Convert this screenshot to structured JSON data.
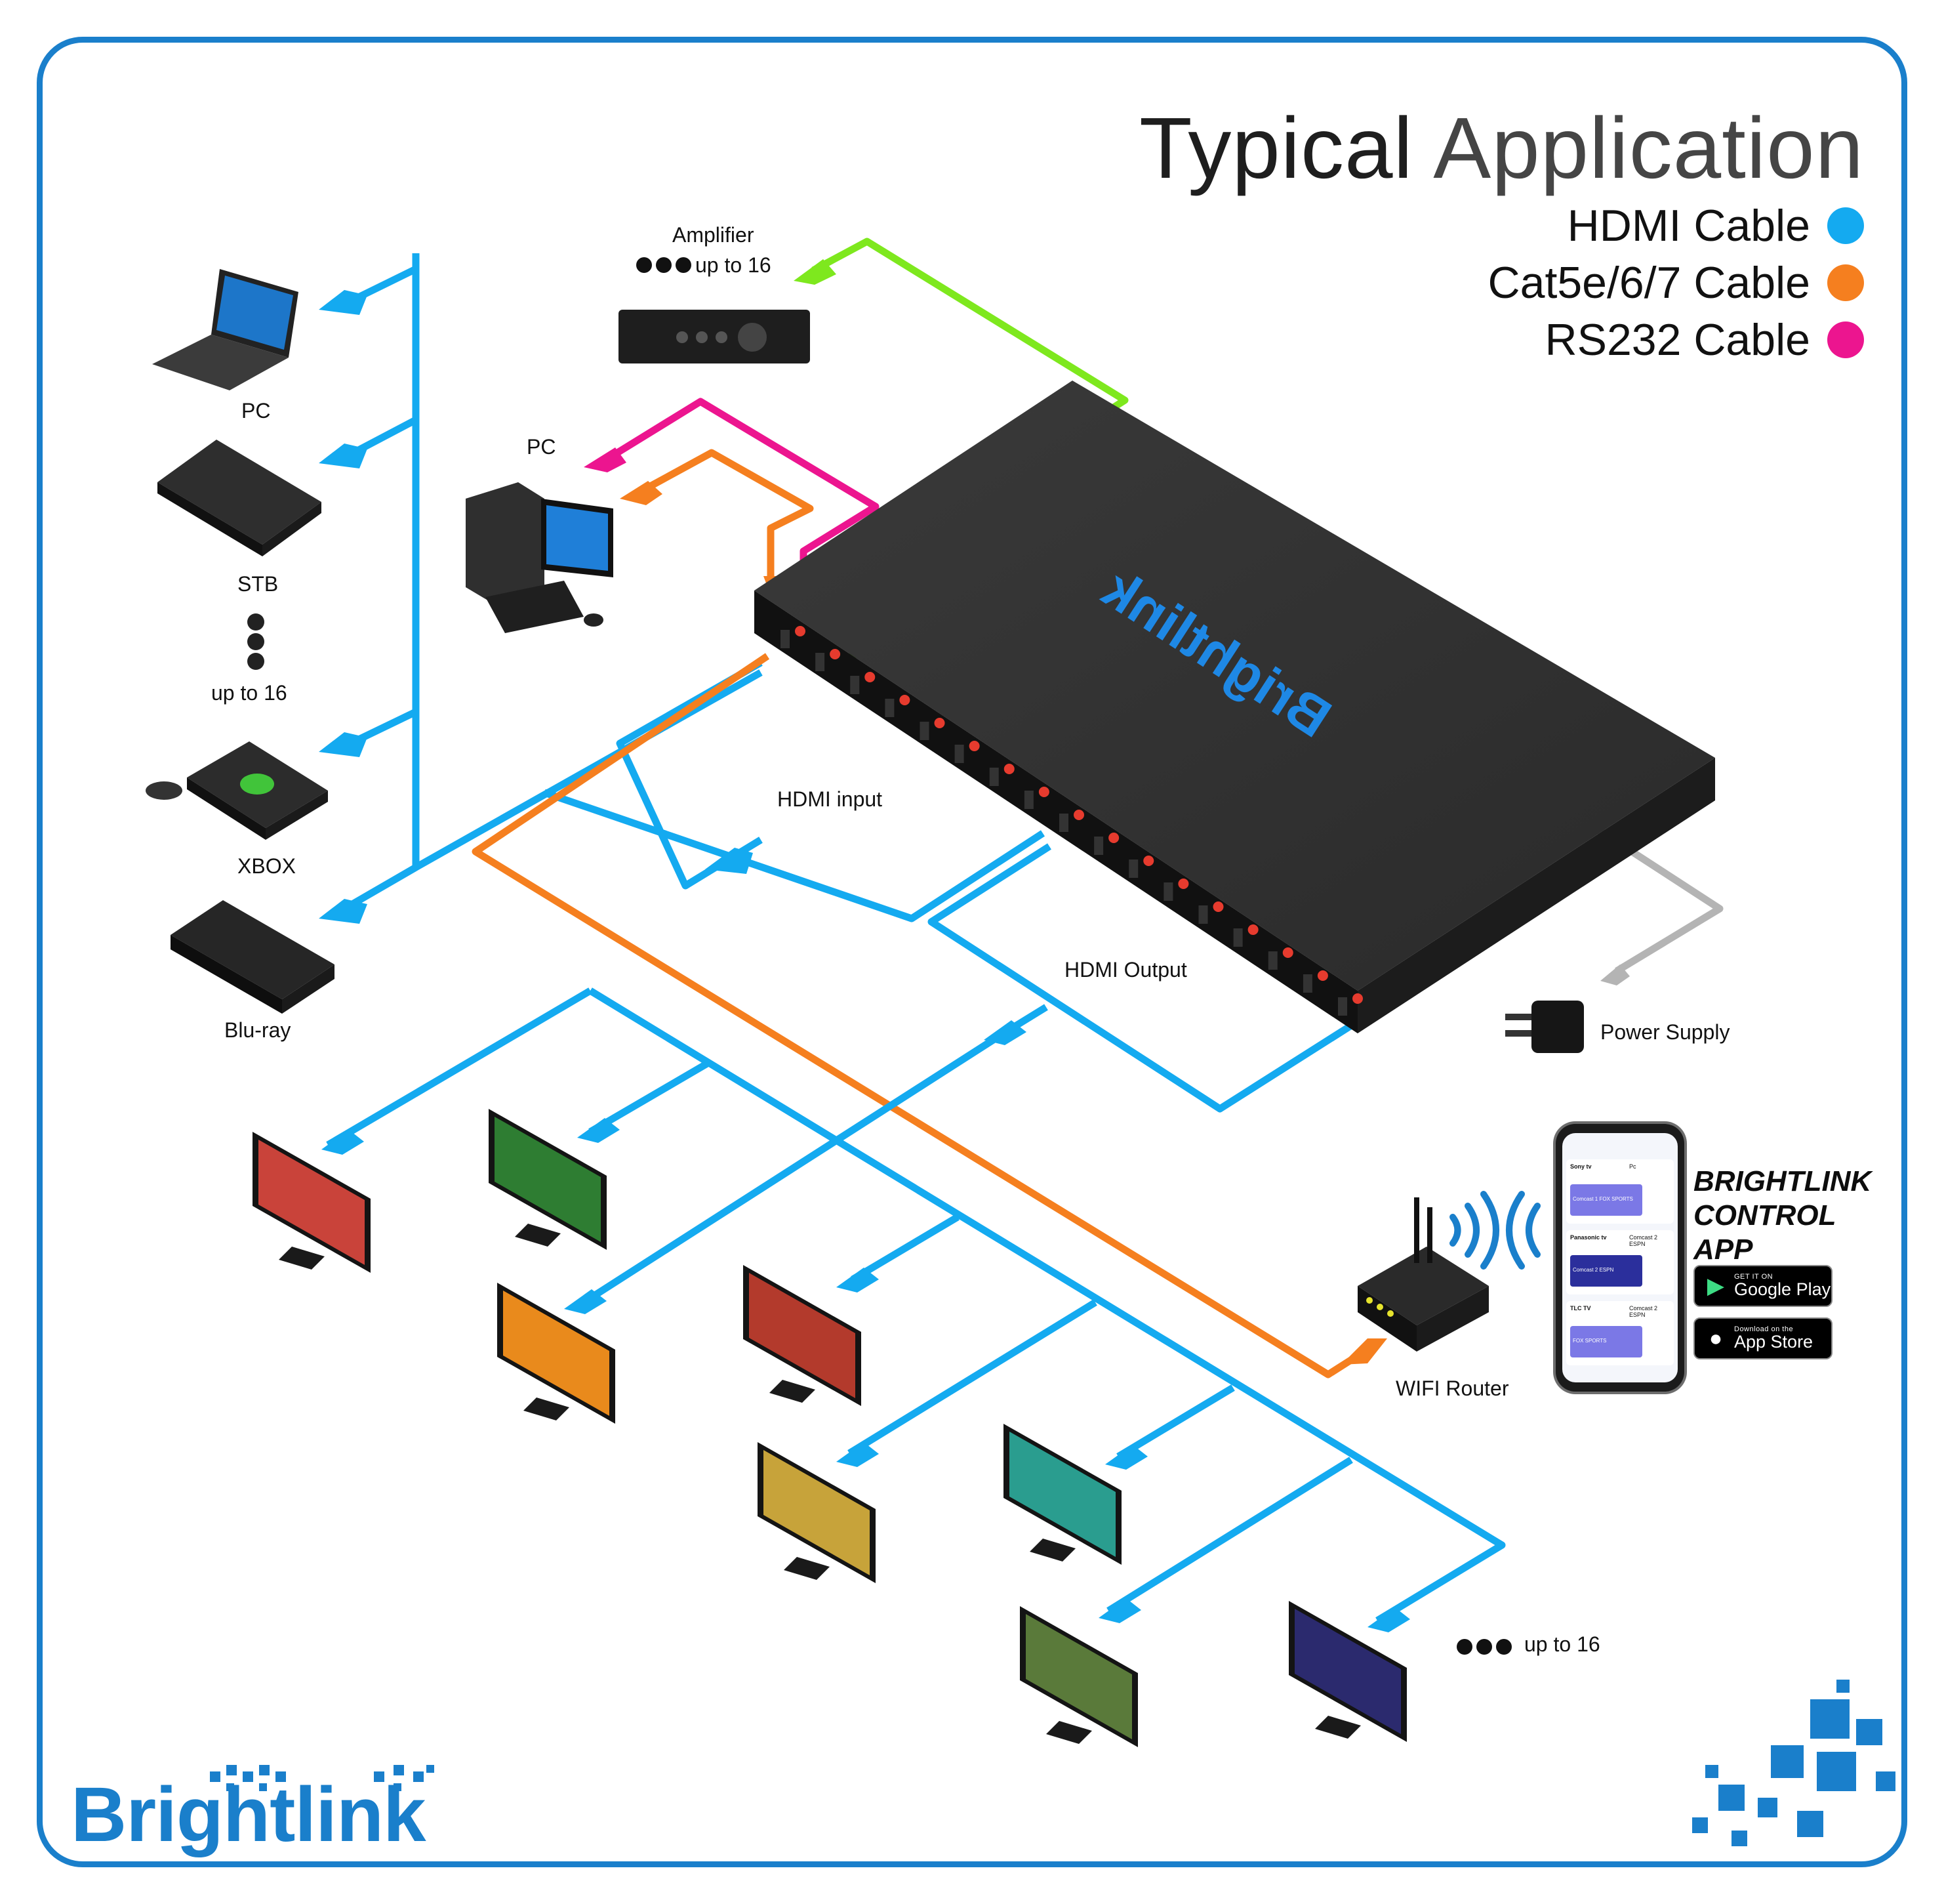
{
  "title": {
    "word1": "Typical",
    "word2": "Application"
  },
  "legend": [
    {
      "label": "HDMI Cable",
      "color": "#14aaf0"
    },
    {
      "label": "Cat5e/6/7 Cable",
      "color": "#f57f1f"
    },
    {
      "label": "RS232 Cable",
      "color": "#ec158f"
    }
  ],
  "colors": {
    "hdmi": "#14aaf0",
    "cat": "#f57f1f",
    "rs232": "#ec158f",
    "audio": "#7ee81e",
    "power": "#b4b4b4",
    "brand": "#1a7fcb"
  },
  "sources": [
    {
      "label": "PC",
      "icon": "laptop-icon"
    },
    {
      "label": "STB",
      "icon": "set-top-box-icon"
    },
    {
      "label": "up to 16",
      "icon": "ellipsis-icon"
    },
    {
      "label": "XBOX",
      "icon": "game-console-icon"
    },
    {
      "label": "Blu-ray",
      "icon": "bluray-player-icon"
    }
  ],
  "labels": {
    "amplifier": "Amplifier",
    "amplifier_count": "up to 16",
    "pc_control": "PC",
    "hdmi_input": "HDMI input",
    "hdmi_output": "HDMI Output",
    "power_supply": "Power Supply",
    "wifi_router": "WIFI Router",
    "displays_count": "up to 16"
  },
  "app": {
    "title_lines": [
      "BRIGHTLINK",
      "CONTROL",
      "APP"
    ],
    "google": {
      "small": "GET IT ON",
      "big": "Google Play"
    },
    "apple": {
      "small": "Download on the",
      "big": "App Store"
    },
    "screen_rows": [
      {
        "name": "Sony tv",
        "right": "Pc",
        "chip": "Comcast 1 FOX SPORTS",
        "chip_color": "#7b78e6"
      },
      {
        "name": "Panasonic tv",
        "right": "Comcast 2 ESPN",
        "chip": "Comcast 2 ESPN",
        "chip_color": "#2b2f9c"
      },
      {
        "name": "TLC TV",
        "right": "Comcast 2 ESPN",
        "chip": "FOX SPORTS",
        "chip_color": "#7b78e6"
      }
    ]
  },
  "device_logo": "Brightlink",
  "brand_logo": "Brightlink"
}
